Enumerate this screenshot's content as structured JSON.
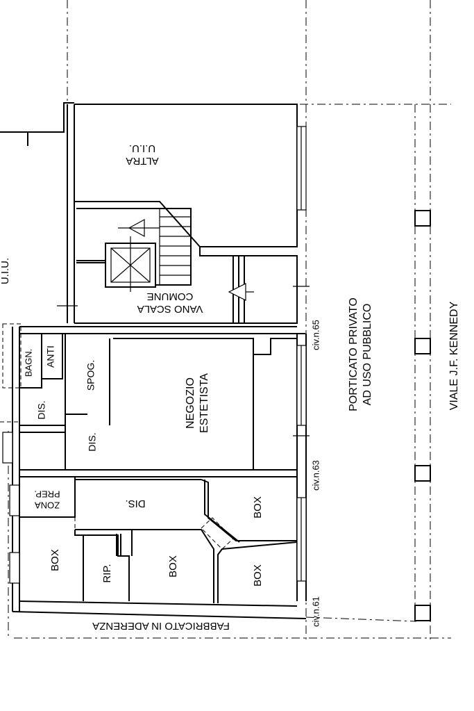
{
  "labels": {
    "altra_uiu": [
      "ALTRA",
      "U.I.U."
    ],
    "uiu_left": "U.I.U.",
    "vano_scala": [
      "VANO SCALA",
      "COMUNE"
    ],
    "negozio": [
      "NEGOZIO",
      "ESTETISTA"
    ],
    "spog": "SPOG.",
    "anti": "ANTI",
    "bagn": "BAGN.",
    "dis_small": "DIS.",
    "dis_mid": "DIS.",
    "dis_corridor": "DIS.",
    "zona_prep": [
      "ZONA",
      "PREP."
    ],
    "box_1": "BOX",
    "box_2": "BOX",
    "box_3": "BOX",
    "box_4": "BOX",
    "rip": "RIP.",
    "porticato": [
      "PORTICATO PRIVATO",
      "AD USO PUBBLICO"
    ],
    "viale": "VIALE J.F. KENNEDY",
    "civ_65": "civ.n.65",
    "civ_63": "civ.n.63",
    "civ_61": "civ.n.61",
    "fabbricato": "FABBRICATO IN ADERENZA"
  }
}
